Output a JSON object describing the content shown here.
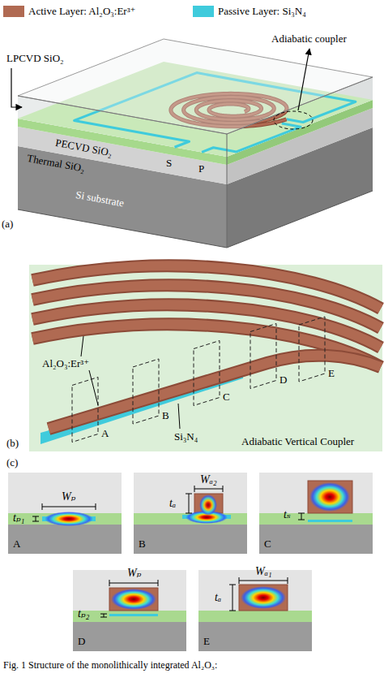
{
  "diagram": {
    "caption": "Fig. 1 Structure of the monolithically integrated Al₂O₃:",
    "nodes": [
      {
        "text": [
          "A",
          "tₚ₁",
          "Wₚ"
        ]
      },
      {
        "text": [
          "B",
          "Wₐ₂",
          "tₐ"
        ]
      },
      {
        "text": [
          "C",
          "tₛ"
        ]
      },
      {
        "text": [
          "D",
          "Wₚ",
          "tₚ₂"
        ]
      },
      {
        "text": [
          "E",
          "Wₐ₁",
          "tₐ"
        ]
      }
    ],
    "labels": [
      "LPCVD SiO₂",
      "PECVD SiO₂",
      "Thermal SiO₂",
      "Si substrate",
      "S",
      "P",
      "Adiabatic coupler",
      "(a)",
      "Al₂O₃:Er³⁺",
      "Si₃N₄",
      "Adiabatic Vertical Coupler",
      "A",
      "B",
      "C",
      "D",
      "E",
      "(b)",
      "(c)"
    ],
    "legend": [
      {
        "text": "Active Layer: Al₂O₃:Er³⁺",
        "color": "#b06a52"
      },
      {
        "text": "Passive Layer: Si₃N₄",
        "color": "#3fcbdc"
      }
    ]
  }
}
